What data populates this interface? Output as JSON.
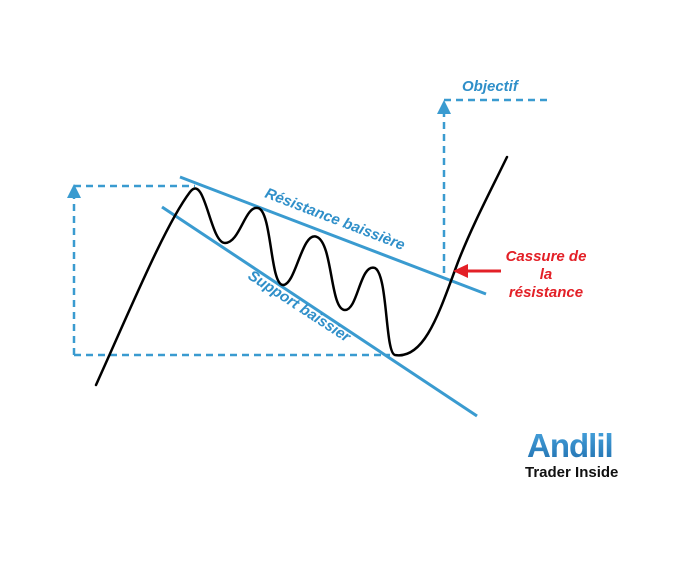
{
  "labels": {
    "objective": "Objectif",
    "resistance": "Résistance baissière",
    "support": "Support baissier",
    "breakout_line1": "Cassure de",
    "breakout_line2": "la",
    "breakout_line3": "résistance"
  },
  "logo": {
    "name": "Andlil",
    "tagline": "Trader Inside"
  },
  "colors": {
    "channel_lines": "#3a9bd0",
    "price": "#000000",
    "breakout_arrow": "#e32027",
    "logo_blue": "#2e86c9"
  }
}
